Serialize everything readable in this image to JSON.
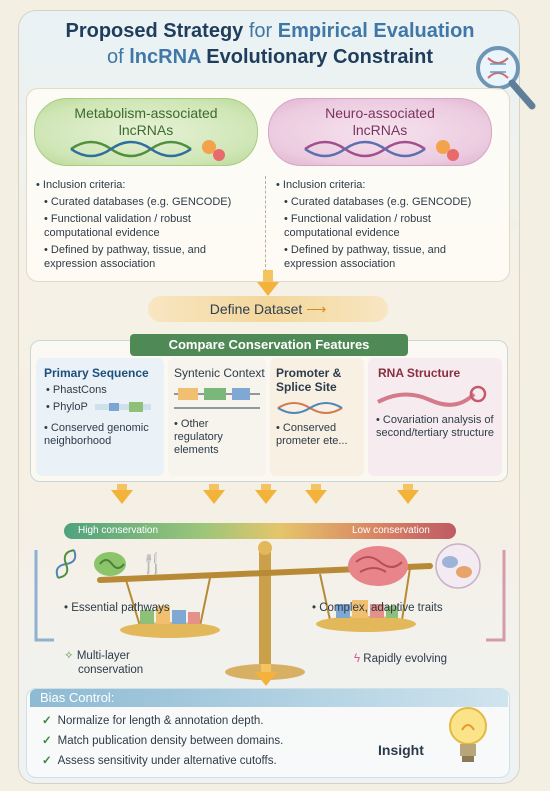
{
  "title": {
    "line1_a": "Proposed Strategy",
    "line1_b": "for",
    "line1_c": "Empirical Evaluation",
    "line2_a": "of",
    "line2_b": "lncRNA",
    "line2_c": "Evolutionary Constraint"
  },
  "groups": {
    "metabolism": {
      "label_1": "Metabolism-associated",
      "label_2": "lncRNAs",
      "criteria_title": "Inclusion criteria:",
      "items": [
        "Curated databases (e.g. GENCODE)",
        "Functional validation / robust computational evidence",
        "Defined by pathway, tissue, and expression association"
      ]
    },
    "neuro": {
      "label_1": "Neuro-associated",
      "label_2": "lncRNAs",
      "criteria_title": "Inclusion criteria:",
      "items": [
        "Curated databases (e.g. GENCODE)",
        "Functional validation / robust computational evidence",
        "Defined by pathway, tissue, and expression association"
      ]
    }
  },
  "define_dataset": "Define Dataset",
  "compare": {
    "header": "Compare Conservation Features",
    "columns": [
      {
        "title": "Primary Sequence",
        "lines": [
          "PhastCons",
          "PhyloP",
          "Conserved genomic neighborhood"
        ]
      },
      {
        "title": "Syntenic Context",
        "lines": [
          "Other regulatory elements"
        ]
      },
      {
        "title_1": "Promoter &",
        "title_2": "Splice Site",
        "lines": [
          "Conserved prometer ete..."
        ]
      },
      {
        "title": "RNA Structure",
        "lines": [
          "Covariation analysis of second/tertiary structure"
        ]
      }
    ]
  },
  "scale": {
    "high": "High conservation",
    "low": "Low conservation",
    "left_caption": "Essential pathways",
    "right_caption": "Complex, adaptive traits",
    "left_note_1": "Multi-layer",
    "left_note_2": "conservation",
    "right_note": "Rapidly evolving"
  },
  "bias": {
    "header": "Bias Control:",
    "items": [
      "Normalize for length & annotation depth.",
      "Match publication density between domains.",
      "Assess sensitivity under alternative cutoffs."
    ],
    "insight": "Insight"
  },
  "colors": {
    "title": "#1f3d5c",
    "accent_blue": "#3f78a8",
    "metabolism": "#3d6a2e",
    "neuro": "#7a3460",
    "arrow": "#f2b23c",
    "compare_header": "#4f8a56"
  },
  "icons": [
    "magnifier-dna-icon",
    "dna-icon",
    "mitochondria-icon",
    "brain-icon",
    "balance-scale-icon",
    "lightbulb-icon",
    "sparkle-icon",
    "lightning-icon"
  ]
}
